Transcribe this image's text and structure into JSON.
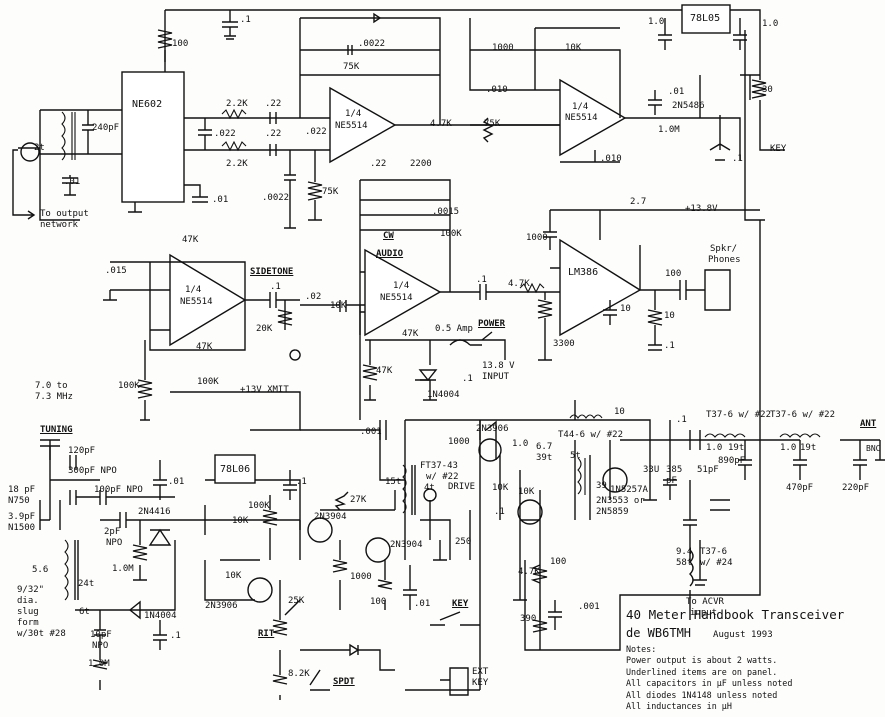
{
  "title": {
    "main": "40 Meter Handbook Transceiver",
    "author": "de WB6TMH",
    "date": "August 1993"
  },
  "notes": {
    "heading": "Notes:",
    "lines": [
      "Power output is about 2 watts.",
      "Underlined items are on panel.",
      "All capacitors in µF unless noted",
      "All diodes 1N4148 unless noted",
      "All inductances in µH"
    ]
  },
  "ics": {
    "mixer": "NE602",
    "opamp_top": {
      "line1": "1/4",
      "line2": "NE5514"
    },
    "opamp_right": {
      "line1": "1/4",
      "line2": "NE5514"
    },
    "opamp_left": {
      "line1": "1/4",
      "line2": "NE5514"
    },
    "opamp_audio": {
      "line1": "1/4",
      "line2": "NE5514"
    },
    "audio_amp": "LM386",
    "reg_top": "78L05",
    "reg_mid": "78L06"
  },
  "panel": {
    "sidetone": "SIDETONE",
    "audio": "AUDIO",
    "power": "POWER",
    "tuning": "TUNING",
    "rit": "RIT",
    "key": "KEY",
    "spdt": "SPDT",
    "drive": "DRIVE",
    "cw": "CW",
    "ant": "ANT"
  },
  "labels": {
    "to_output_1": "To output",
    "to_output_2": "network",
    "freq_1": "7.0 to",
    "freq_2": "7.3 MHz",
    "key_line": "KEY",
    "v138": "+13.8V",
    "v13xmit": "+13V XMIT",
    "input_1": "13.8 V",
    "input_2": "INPUT",
    "amp": "0.5 Amp",
    "spkr_1": "Spkr/",
    "spkr_2": "Phones",
    "to_acvr_1": "To ACVR",
    "to_acvr_2": "input",
    "ext_1": "EXT",
    "ext_2": "KEY",
    "bnc": "BNC",
    "slug_1": "9/32\"",
    "slug_2": "dia.",
    "slug_3": "slug",
    "slug_4": "form",
    "slug_5": "w/30t #28"
  },
  "components": {
    "c_top": ".1",
    "r100": "100",
    "c240": "240pF",
    "c01_in": ".01",
    "coil_2t": "2t",
    "r22k_a": "2.2K",
    "r22k_b": "2.2K",
    "c022_a": ".022",
    "c22_a": ".22",
    "c22_b": ".22",
    "c022_b": ".022",
    "c0022_fb": ".0022",
    "r75k_fb": "75K",
    "c0022_bot": ".0022",
    "r75k_bot": "75K",
    "c01_602": ".01",
    "r47k_mid": "4.7K",
    "r75k_mid": "75K",
    "r1000_top": "1000",
    "r10k_top": "10K",
    "c010_a": ".010",
    "c010_b": ".010",
    "c01_r": ".01",
    "q_2n5486": "2N5486",
    "r10m": "1.0M",
    "c1_r": ".1",
    "r30": "30",
    "c10_a": "1.0",
    "c10_b": "1.0",
    "c22_c": ".22",
    "r2200": "2200",
    "c0015": ".0015",
    "r100k_fb": "100K",
    "r27": "2.7",
    "c1000": "1000",
    "c10_386": "10",
    "c100_out": "100",
    "r10_out": "10",
    "c1_out": ".1",
    "r3300": "3300",
    "c1_aud": ".1",
    "r47k_aud": "4.7K",
    "c015": ".015",
    "r47k_l1": "47K",
    "r47k_l2": "47K",
    "c1_side": ".1",
    "r20k": "20K",
    "c02": ".02",
    "r10k_side": "10K",
    "r47k_pw": "47K",
    "r47k_pw2": "47K",
    "d1n4004_a": "1N4004",
    "c1_pw": ".1",
    "r100k_l": "100K",
    "r100k_l2": "100K",
    "c120": "120pF",
    "c300": "300pF NPO",
    "c18": "18 pF",
    "n750": "N750",
    "c39": "3.9pF",
    "n1500": "N1500",
    "c100pf": "100pF NPO",
    "c2pf": "2pF",
    "npo": "NPO",
    "r10m_b": "1.0M",
    "q_2n4416": "2N4416",
    "c01_reg": ".01",
    "c1_reg": ".1",
    "r100k_reg": "100K",
    "r10k_mid": "10K",
    "q_2n3904_a": "2N3904",
    "q_2n3904_b": "2N3904",
    "r27k": "27K",
    "r1000_b": "1000",
    "r100_b": "100",
    "c01_b": ".01",
    "r10k_rit": "10K",
    "q_2n3906_b": "2N3906",
    "r25k": "25K",
    "r82k": "8.2K",
    "l56": "5.6",
    "t24": "24t",
    "t6": "6t",
    "d1n4004_b": "1N4004",
    "c10pf": "10pF",
    "npo2": "NPO",
    "c1_rit": ".1",
    "r10m_c": "1.0M",
    "c001_t": ".001",
    "r1000_t": "1000",
    "q_2n3906": "2N3906",
    "ft37": "FT37-43",
    "ft37b": "w/ #22",
    "t15": "15t",
    "t4": "4t",
    "c10_q": "1.0",
    "r10k_q": "10K",
    "r10k_q2": "10K",
    "c1_q": ".1",
    "r250": "250",
    "r47k_q": "4.7K",
    "r100_q": "100",
    "r390": "390",
    "c001_q": ".001",
    "l67": "6.7",
    "t39": "39t",
    "t44": "T44-6 w/ #22",
    "t5": "5t",
    "q_2n3553": "2N3553 or",
    "q_2n5859": "2N5859",
    "l39": "39",
    "l10": "10",
    "c33u": "33U",
    "c385": "385",
    "pf": "pF",
    "d1n5257": "1N5257A",
    "c51": "51pF",
    "c1_f": ".1",
    "t376a": "T37-6 w/ #22",
    "l10_a": "1.0",
    "t19a": "19t",
    "c890": "890pF",
    "t376b": "T37-6 w/ #22",
    "l10_b": "1.0",
    "t19b": "19t",
    "c470": "470pF",
    "c220": "220pF",
    "l94": "9.4",
    "t58": "58t",
    "t376c": "T37-6",
    "t376d": "w/ #24"
  }
}
